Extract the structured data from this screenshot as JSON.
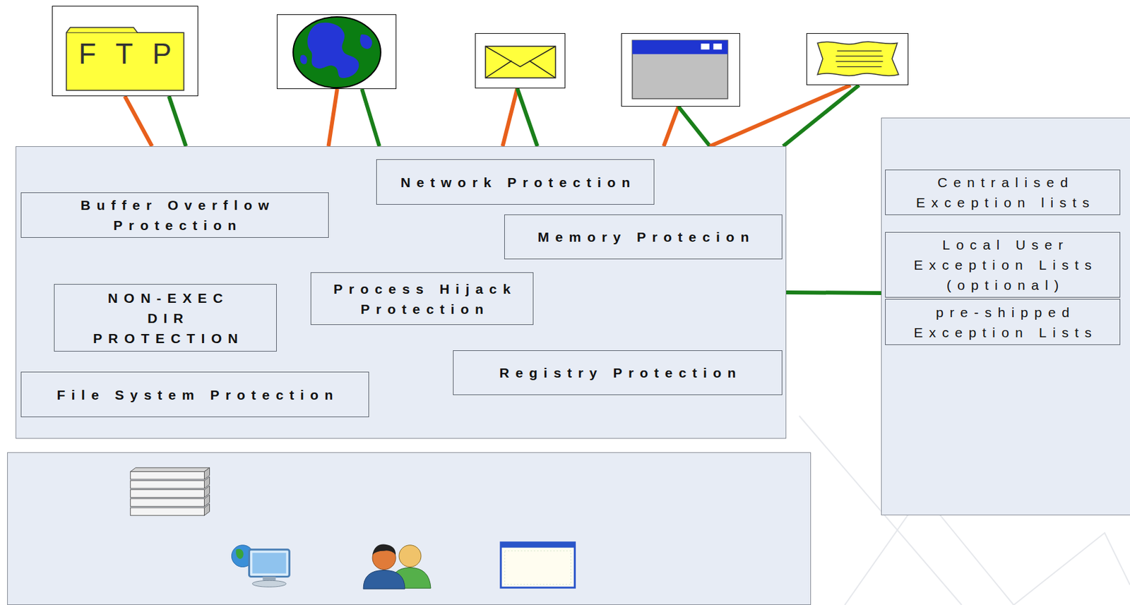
{
  "diagram": {
    "nodes": [
      {
        "text": [
          "FTP"
        ]
      },
      {
        "text": []
      },
      {
        "text": []
      },
      {
        "text": []
      },
      {
        "text": []
      },
      {
        "text": []
      },
      {
        "text": [
          "Network Protection"
        ],
        "in": 5
      },
      {
        "text": [
          "Buffer Overflow Protection"
        ],
        "in": 5
      },
      {
        "text": [
          "Memory Protecion"
        ],
        "in": 5
      },
      {
        "text": [
          "NON-EXEC DIR PROTECTION"
        ],
        "in": 5
      },
      {
        "text": [
          "Process Hijack Protection"
        ],
        "in": 5
      },
      {
        "text": [
          "Registry Protection"
        ],
        "in": 5
      },
      {
        "text": [
          "File System Protection"
        ],
        "in": 5
      },
      {
        "text": []
      },
      {
        "text": [
          "Centralised Exception lists"
        ],
        "in": 13
      },
      {
        "text": [
          "Local User Exception Lists (optional)"
        ],
        "in": 13
      },
      {
        "text": [
          "pre-shipped Exception Lists"
        ],
        "in": 13
      },
      {
        "text": []
      }
    ],
    "edges": [
      {
        "from": 0,
        "to": 5,
        "arrow": "none"
      },
      {
        "from": 0,
        "to": 5,
        "arrow": "none"
      },
      {
        "from": 1,
        "to": 5,
        "arrow": "none"
      },
      {
        "from": 1,
        "to": 5,
        "arrow": "none"
      },
      {
        "from": 2,
        "to": 5,
        "arrow": "none"
      },
      {
        "from": 2,
        "to": 5,
        "arrow": "none"
      },
      {
        "from": 3,
        "to": 5,
        "arrow": "none"
      },
      {
        "from": 3,
        "to": 5,
        "arrow": "none"
      },
      {
        "from": 4,
        "to": 5,
        "arrow": "none"
      },
      {
        "from": 4,
        "to": 5,
        "arrow": "none"
      },
      {
        "from": 5,
        "to": 13,
        "arrow": "none"
      }
    ]
  }
}
